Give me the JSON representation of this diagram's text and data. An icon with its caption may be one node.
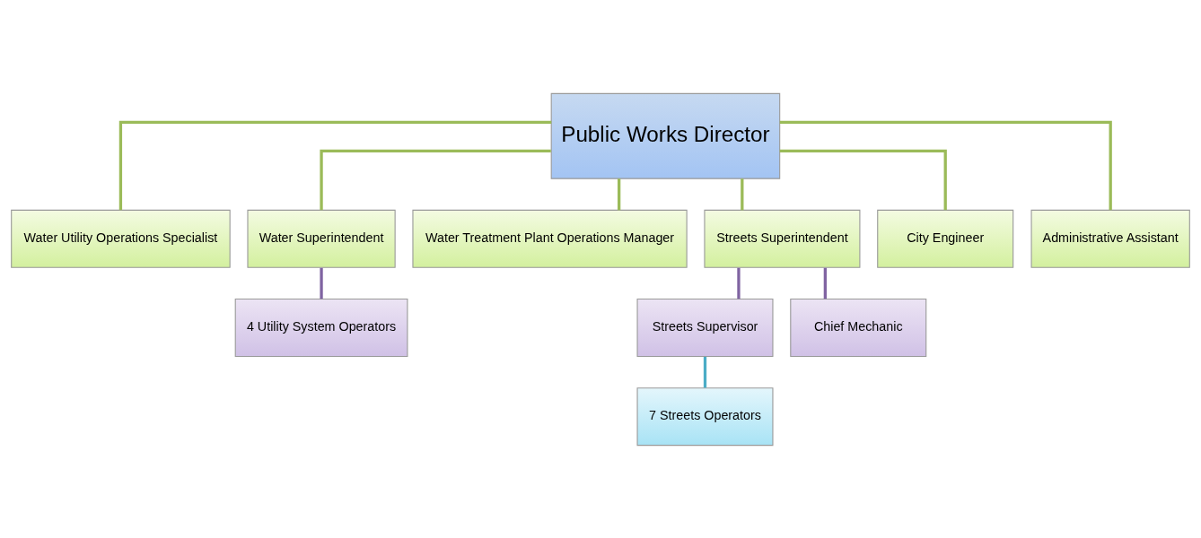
{
  "diagram": {
    "nodes": [
      {
        "text": [
          "Public Works Director"
        ]
      },
      {
        "text": [
          "Water Utility Operations Specialist"
        ]
      },
      {
        "text": [
          "Water Superintendent"
        ]
      },
      {
        "text": [
          "Water Treatment Plant Operations Manager"
        ]
      },
      {
        "text": [
          "Streets Superintendent"
        ]
      },
      {
        "text": [
          "City Engineer"
        ]
      },
      {
        "text": [
          "Administrative Assistant"
        ]
      },
      {
        "text": [
          "4 Utility System Operators"
        ]
      },
      {
        "text": [
          "Streets Supervisor"
        ]
      },
      {
        "text": [
          "Chief Mechanic"
        ]
      },
      {
        "text": [
          "7 Streets Operators"
        ]
      }
    ],
    "edges": [
      {
        "from": 0,
        "to": 1,
        "arrow": "none"
      },
      {
        "from": 0,
        "to": 2,
        "arrow": "none"
      },
      {
        "from": 0,
        "to": 3,
        "arrow": "none"
      },
      {
        "from": 0,
        "to": 4,
        "arrow": "none"
      },
      {
        "from": 0,
        "to": 5,
        "arrow": "none"
      },
      {
        "from": 0,
        "to": 6,
        "arrow": "none"
      },
      {
        "from": 2,
        "to": 7,
        "arrow": "none",
        "color": "#8064a2"
      },
      {
        "from": 4,
        "to": 8,
        "arrow": "none",
        "color": "#8064a2"
      },
      {
        "from": 4,
        "to": 9,
        "arrow": "none",
        "color": "#8064a2"
      },
      {
        "from": 8,
        "to": 10,
        "arrow": "none",
        "color": "#4bacc6"
      }
    ]
  }
}
